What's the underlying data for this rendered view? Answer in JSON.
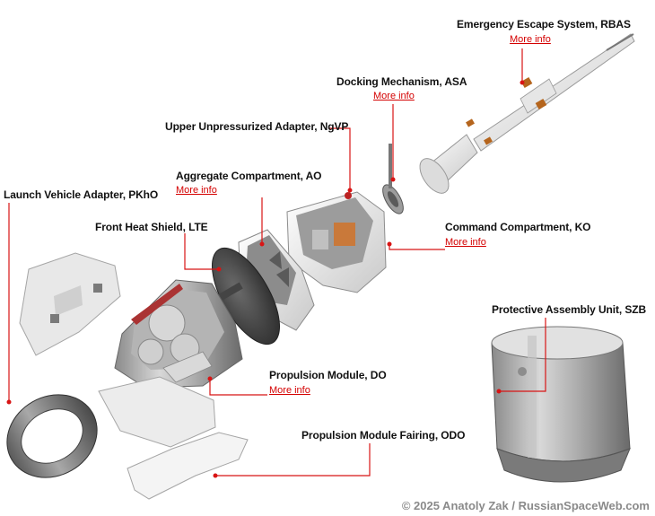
{
  "labels": {
    "rbas": "Emergency Escape System, RBAS",
    "asa": "Docking Mechanism, ASA",
    "ngvp": "Upper Unpressurized Adapter, NgVP",
    "ao": "Aggregate Compartment, AO",
    "pkho": "Launch Vehicle Adapter, PKhO",
    "lte": "Front Heat Shield, LTE",
    "ko": "Command Compartment, KO",
    "szb": "Protective Assembly Unit, SZB",
    "do": "Propulsion Module, DO",
    "odo": "Propulsion Module Fairing, ODO"
  },
  "more_info": "More info",
  "credit": "© 2025 Anatoly Zak / RussianSpaceWeb.com",
  "colors": {
    "leader_line": "#d81414",
    "link": "#d40000",
    "credit_text": "#8a8a8a"
  }
}
